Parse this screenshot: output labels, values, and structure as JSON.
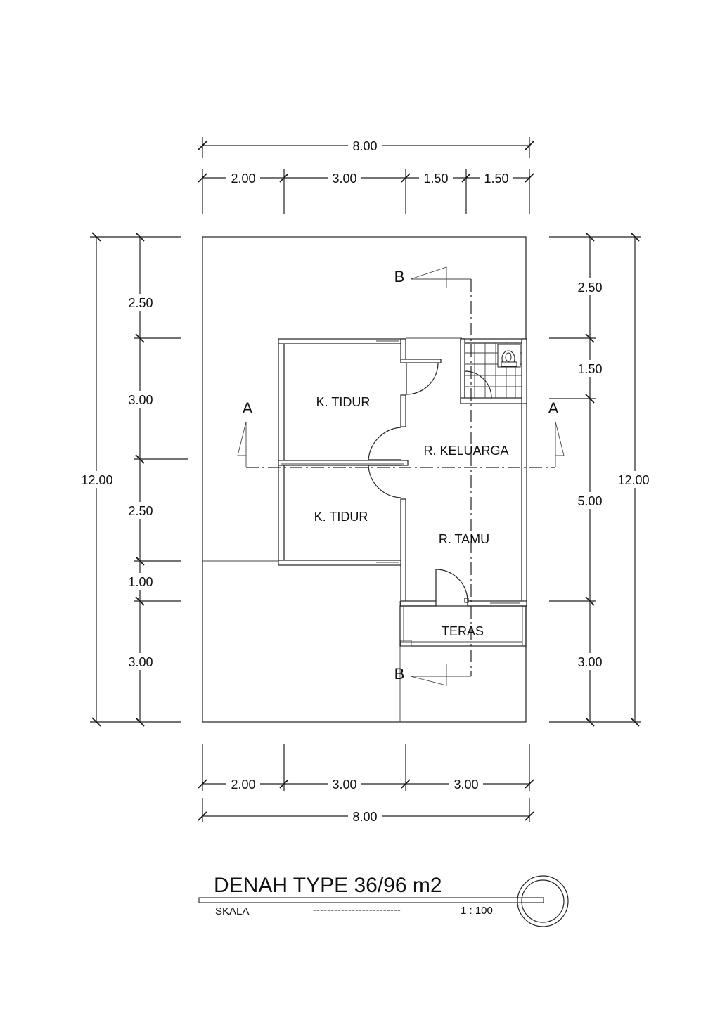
{
  "title": "DENAH TYPE  36/96 m2",
  "scale_label": "SKALA",
  "scale_dashes": "-------------------------",
  "scale_value": "1 : 100",
  "dims": {
    "top_total": "8.00",
    "top_segments": [
      "2.00",
      "3.00",
      "1.50",
      "1.50"
    ],
    "bottom_segments": [
      "2.00",
      "3.00",
      "3.00"
    ],
    "bottom_total": "8.00",
    "left_total": "12.00",
    "left_segments": [
      "2.50",
      "3.00",
      "2.50",
      "1.00",
      "3.00"
    ],
    "right_total": "12.00",
    "right_segments": [
      "2.50",
      "1.50",
      "5.00",
      "3.00"
    ]
  },
  "rooms": {
    "bedroom_top": "K. TIDUR",
    "bedroom_bottom": "K. TIDUR",
    "family_room": "R. KELUARGA",
    "living_room": "R. TAMU",
    "terrace": "TERAS"
  },
  "sections": {
    "a_left": "A",
    "a_right": "A",
    "b_top": "B",
    "b_bottom": "B"
  }
}
